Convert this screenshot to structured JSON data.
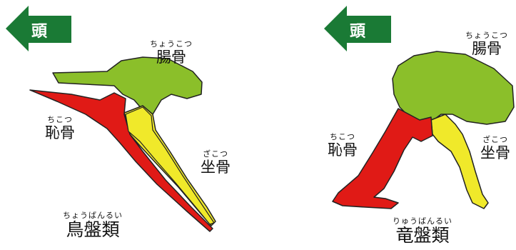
{
  "diagrams": [
    {
      "head_label": "頭",
      "ilium": {
        "ruby": "ちょうこつ",
        "kanji": "腸骨"
      },
      "pubis": {
        "ruby": "ちこつ",
        "kanji": "恥骨"
      },
      "ischium": {
        "ruby": "ざこつ",
        "kanji": "坐骨"
      },
      "group": {
        "ruby": "ちょうばんるい",
        "kanji": "鳥盤類"
      }
    },
    {
      "head_label": "頭",
      "ilium": {
        "ruby": "ちょうこつ",
        "kanji": "腸骨"
      },
      "pubis": {
        "ruby": "ちこつ",
        "kanji": "恥骨"
      },
      "ischium": {
        "ruby": "ざこつ",
        "kanji": "坐骨"
      },
      "group": {
        "ruby": "りゅうばんるい",
        "kanji": "竜盤類"
      }
    }
  ],
  "colors": {
    "arrow": "#1a7a35",
    "ilium": "#8bbf2a",
    "pubis": "#e01a16",
    "ischium": "#f0e92a",
    "outline": "#222222"
  }
}
